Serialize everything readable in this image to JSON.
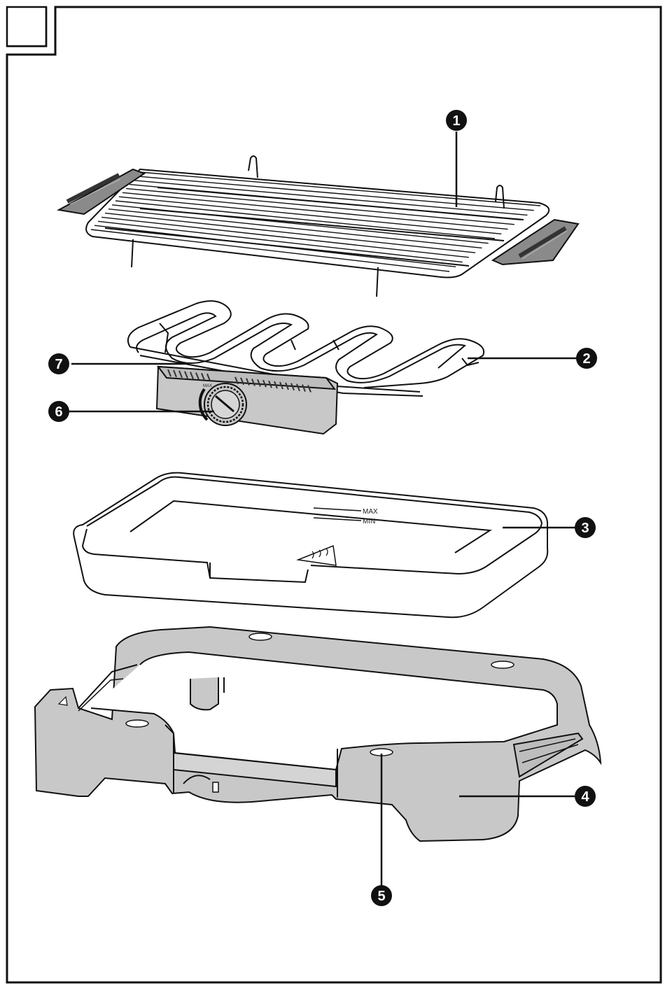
{
  "callouts": [
    "1",
    "2",
    "3",
    "4",
    "5",
    "6",
    "7"
  ],
  "tray_marks": {
    "max": "MAX",
    "min": "MIN"
  },
  "knob_mark": "MAX",
  "colors": {
    "outline": "#111111",
    "part_gray": "#c8c8c8",
    "dark_gray": "#8a8a8a",
    "callout_fill": "#111111"
  }
}
